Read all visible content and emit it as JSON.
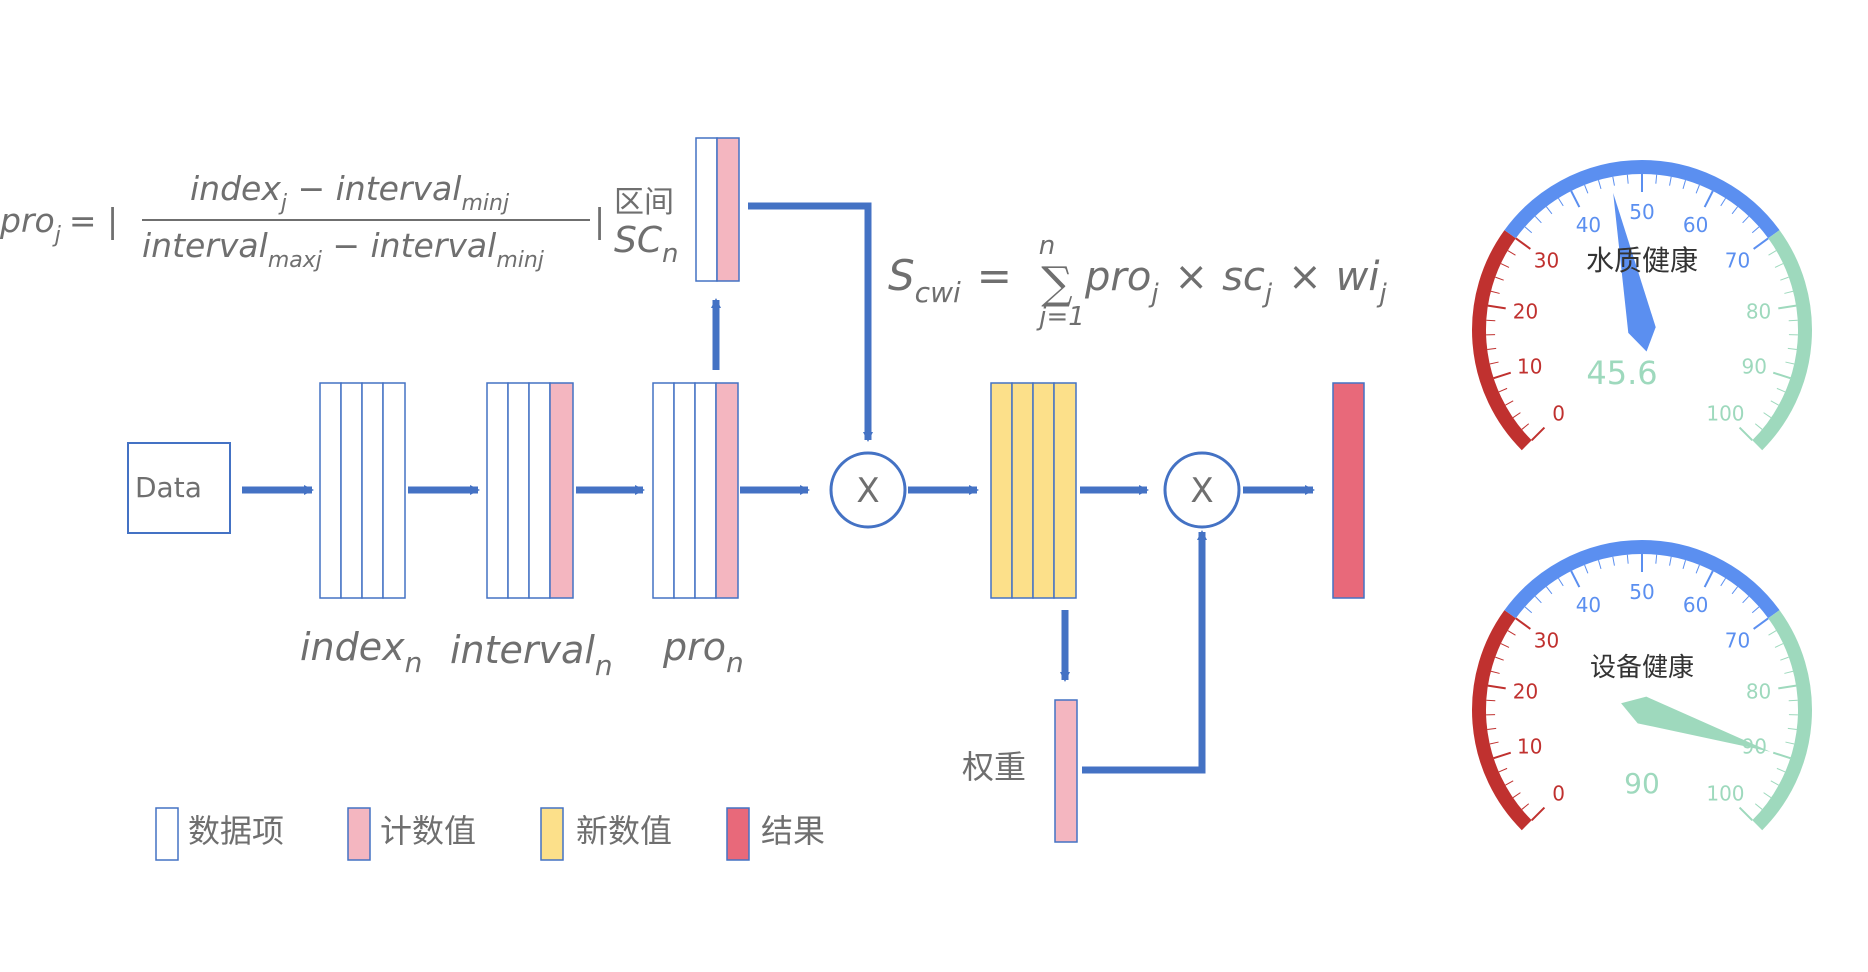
{
  "input_label": "Data",
  "multiply_symbol": "X",
  "stage_labels": {
    "index": "index",
    "index_sub": "n",
    "interval": "interval",
    "interval_sub": "n",
    "pro": "pro",
    "pro_sub": "n"
  },
  "interval_label": "区间",
  "sc_label": "SC",
  "sc_sub": "n",
  "weight_label": "权重",
  "formula1": {
    "lhs": "pro",
    "lhs_sub": "j",
    "eq": "= |",
    "num_a": "index",
    "num_a_sub": "j",
    "num_minus": " − interval",
    "num_b_sub": "minj",
    "den_a": "interval",
    "den_a_sub": "maxj",
    "den_minus": " − interval",
    "den_b_sub": "minj",
    "bar": "|"
  },
  "formula2": {
    "lhs": "S",
    "lhs_sub": "cwi",
    "eq": "=",
    "sum": "∑",
    "sum_top": "n",
    "sum_bottom": "j=1",
    "t1": "pro",
    "t1_sub": "j",
    "x1": "×",
    "t2": "sc",
    "t2_sub": "j",
    "x2": "×",
    "t3": "wi",
    "t3_sub": "j"
  },
  "legend": [
    {
      "label": "数据项",
      "fill": "#ffffff",
      "stroke": "#4472c4"
    },
    {
      "label": "计数值",
      "fill": "#f4b6c0",
      "stroke": "#4472c4"
    },
    {
      "label": "新数值",
      "fill": "#fce08a",
      "stroke": "#4472c4"
    },
    {
      "label": "结果",
      "fill": "#e8697a",
      "stroke": "#4472c4"
    }
  ],
  "gauges": [
    {
      "title": "水质健康",
      "value": 45.6,
      "value_text": "45.6",
      "min": 0,
      "max": 100,
      "ticks": [
        "0",
        "10",
        "20",
        "30",
        "40",
        "50",
        "60",
        "70",
        "80",
        "90",
        "100"
      ]
    },
    {
      "title": "设备健康",
      "value": 90,
      "value_text": "90",
      "min": 0,
      "max": 100,
      "ticks": [
        "0",
        "10",
        "20",
        "30",
        "40",
        "50",
        "60",
        "70",
        "80",
        "90",
        "100"
      ]
    }
  ],
  "colors": {
    "arrow": "#4472c4",
    "box_stroke": "#4472c4",
    "count": "#f4b6c0",
    "new": "#fce08a",
    "result": "#e8697a",
    "gauge_red": "#c0312f",
    "gauge_blue": "#5b8ff0",
    "gauge_green": "#9ed9bd"
  }
}
